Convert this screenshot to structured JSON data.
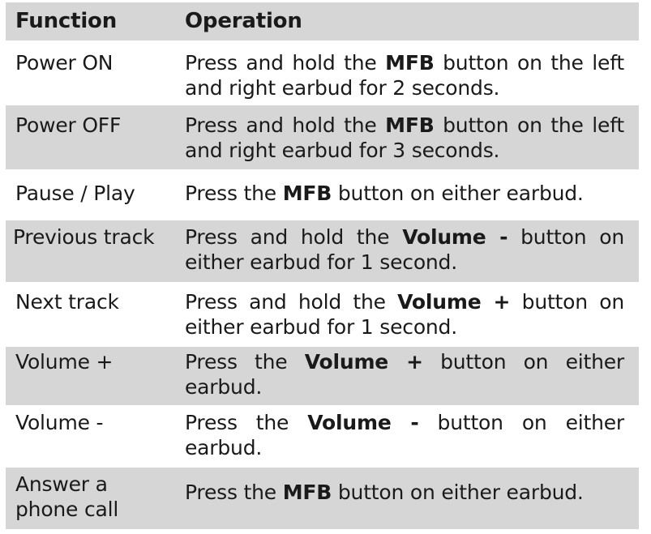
{
  "table": {
    "headers": {
      "function": "Function",
      "operation": "Operation"
    },
    "rows": [
      {
        "function": "Power ON",
        "op_pre": "Press and hold the ",
        "op_bold": "MFB",
        "op_post": " button on the left and right earbud for 2 seconds."
      },
      {
        "function": "Power OFF",
        "op_pre": "Press and hold the ",
        "op_bold": "MFB",
        "op_post": " button on the left and right earbud for 3 seconds."
      },
      {
        "function": "Pause / Play",
        "op_pre": "Press the ",
        "op_bold": "MFB",
        "op_post": " button on either earbud."
      },
      {
        "function": "Previous track",
        "op_pre": "Press and hold the ",
        "op_bold": "Volume -",
        "op_post": " button on either earbud for 1 second."
      },
      {
        "function": "Next track",
        "op_pre": "Press and hold the ",
        "op_bold": "Volume +",
        "op_post": " button on either earbud for 1 second."
      },
      {
        "function": "Volume +",
        "op_pre": "Press the ",
        "op_bold": "Volume +",
        "op_post": " button on either earbud."
      },
      {
        "function": "Volume -",
        "op_pre": "Press the ",
        "op_bold": "Volume -",
        "op_post": " button on either earbud."
      },
      {
        "function": "Answer a phone call",
        "op_pre": "Press the ",
        "op_bold": "MFB",
        "op_post": " button on either earbud."
      }
    ]
  }
}
